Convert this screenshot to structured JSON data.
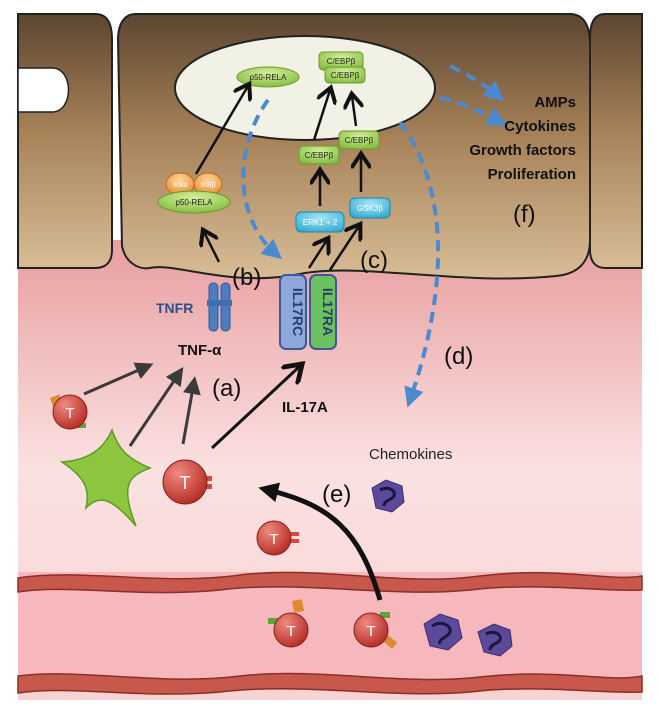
{
  "labels": {
    "a": "(a)",
    "b": "(b)",
    "c": "(c)",
    "d": "(d)",
    "e": "(e)",
    "f": "(f)"
  },
  "molecules": {
    "p50_rela_nucleus": "p50-RELA",
    "p50_rela_cytoplasm": "p50-RELA",
    "ikba": "IKBα",
    "ikbb": "IKBβ",
    "cebpb": "C/EBPβ",
    "erk": "ERK1 + 2",
    "gsk3b": "GSK3β",
    "il17rc": "IL17RC",
    "il17ra": "IL17RA"
  },
  "receptor_labels": {
    "tnfr": "TNFR",
    "tnf_alpha": "TNF-α",
    "il17a": "IL-17A",
    "chemokines": "Chemokines"
  },
  "outputs": [
    "AMPs",
    "Cytokines",
    "Growth factors",
    "Proliferation"
  ],
  "t_cell_label": "T",
  "colors": {
    "cell_body": "#a07a52",
    "nucleus": "#f1f0e6",
    "tissue": "#f6c4c4",
    "vessel": "#c8574c",
    "arrow_blue": "#4a8ad0",
    "tcell": "#c53a32",
    "green_protein": "#8ac33c",
    "cyan_protein": "#3db7d6",
    "orange_protein": "#ee9a3a",
    "receptor_blue": "#4d7cbf",
    "dendritic": "#8cc63f",
    "neutrophil": "#5b4a9a"
  }
}
